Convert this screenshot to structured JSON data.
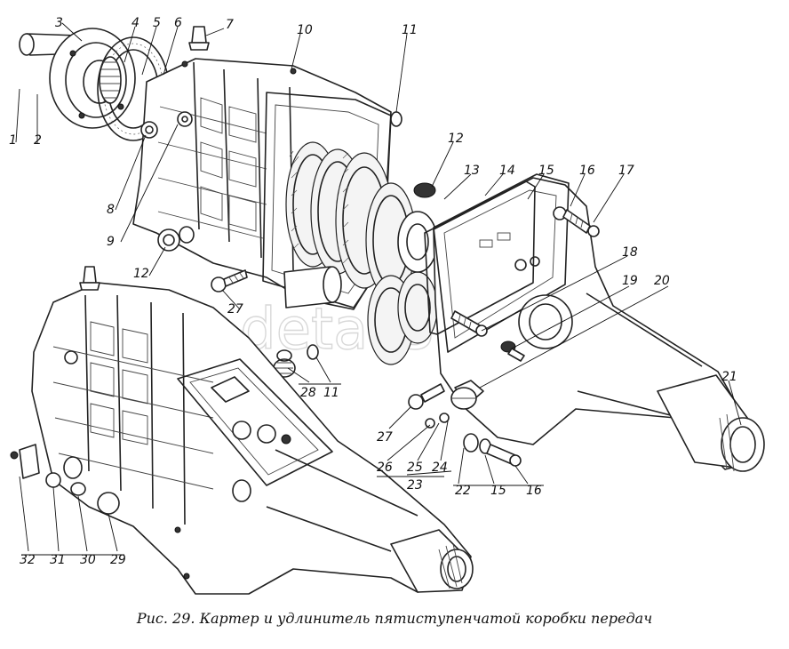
{
  "caption": "Рис. 29. Картер и удлинитель пятиступенчатой коробки передач",
  "watermark": "detali5.ru",
  "callouts": {
    "c1": "1",
    "c2": "2",
    "c3": "3",
    "c4": "4",
    "c5": "5",
    "c6": "6",
    "c7": "7",
    "c8": "8",
    "c9": "9",
    "c10": "10",
    "c11a": "11",
    "c11b": "11",
    "c12a": "12",
    "c12b": "12",
    "c13": "13",
    "c14": "14",
    "c15a": "15",
    "c15b": "15",
    "c16a": "16",
    "c16b": "16",
    "c17": "17",
    "c18": "18",
    "c19": "19",
    "c20": "20",
    "c21": "21",
    "c22": "22",
    "c23": "23",
    "c24": "24",
    "c25": "25",
    "c26": "26",
    "c27a": "27",
    "c27b": "27",
    "c28": "28",
    "c29": "29",
    "c30": "30",
    "c31": "31",
    "c32": "32"
  }
}
